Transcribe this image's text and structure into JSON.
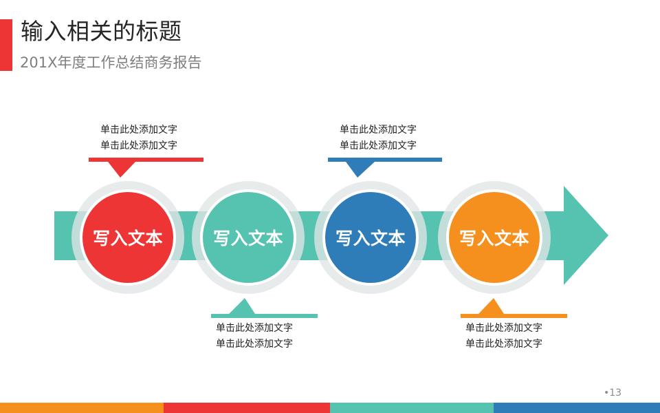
{
  "header": {
    "title": "输入相关的标题",
    "subtitle": "201X年度工作总结商务报告",
    "accent_color": "#EE3536"
  },
  "colors": {
    "red": "#EE3536",
    "teal": "#56C2B0",
    "blue": "#2E7DB8",
    "orange": "#F5901E",
    "title_text": "#262626",
    "subtitle_text": "#7F7F7F"
  },
  "timeline": {
    "arrow_color": "#56C2B0",
    "nodes": [
      {
        "label": "写入文本",
        "color": "#EE3536"
      },
      {
        "label": "写入文本",
        "color": "#56C2B0"
      },
      {
        "label": "写入文本",
        "color": "#2E7DB8"
      },
      {
        "label": "写入文本",
        "color": "#F5901E"
      }
    ]
  },
  "callouts": [
    {
      "position": "top",
      "color": "#EE3536",
      "line1": "单击此处添加文字",
      "line2": "单击此处添加文字"
    },
    {
      "position": "bottom",
      "color": "#56C2B0",
      "line1": "单击此处添加文字",
      "line2": "单击此处添加文字"
    },
    {
      "position": "top",
      "color": "#2E7DB8",
      "line1": "单击此处添加文字",
      "line2": "单击此处添加文字"
    },
    {
      "position": "bottom",
      "color": "#F5901E",
      "line1": "单击此处添加文字",
      "line2": "单击此处添加文字"
    }
  ],
  "footer": {
    "page_number": "•13",
    "stripes": [
      "#F5901E",
      "#EE3536",
      "#56C2B0",
      "#2E7DB8"
    ]
  }
}
